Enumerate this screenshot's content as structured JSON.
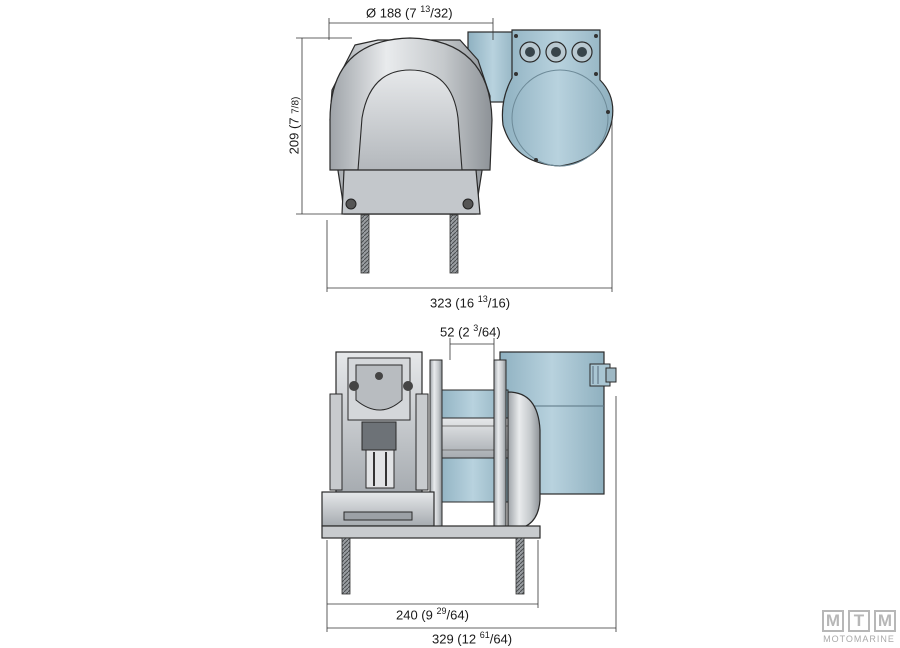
{
  "top_view": {
    "dim_diameter": {
      "main": "Ø 188 (7 ",
      "frac_num": "13",
      "frac_den": "/32)"
    },
    "dim_height": {
      "main": "209 (7 ",
      "frac": "7/8)"
    },
    "dim_total_width": {
      "main": "323 (16 ",
      "frac_num": "13",
      "frac_den": "/16)"
    }
  },
  "side_view": {
    "dim_drum": {
      "main": "52 (2 ",
      "frac_num": "3",
      "frac_den": "/64)"
    },
    "dim_base": {
      "main": "240 (9 ",
      "frac_num": "29",
      "frac_den": "/64)"
    },
    "dim_total": {
      "main": "329 (12 ",
      "frac_num": "61",
      "frac_den": "/64)"
    }
  },
  "logo": {
    "letters": [
      "M",
      "T",
      "M"
    ],
    "subtitle": "MOTOMARINE",
    "color": "#b7b7b7"
  },
  "colors": {
    "steel": "#c8cbce",
    "motor_blue": "#a9c6d3",
    "outline": "#2a2a2a",
    "dim_line": "#333333"
  }
}
